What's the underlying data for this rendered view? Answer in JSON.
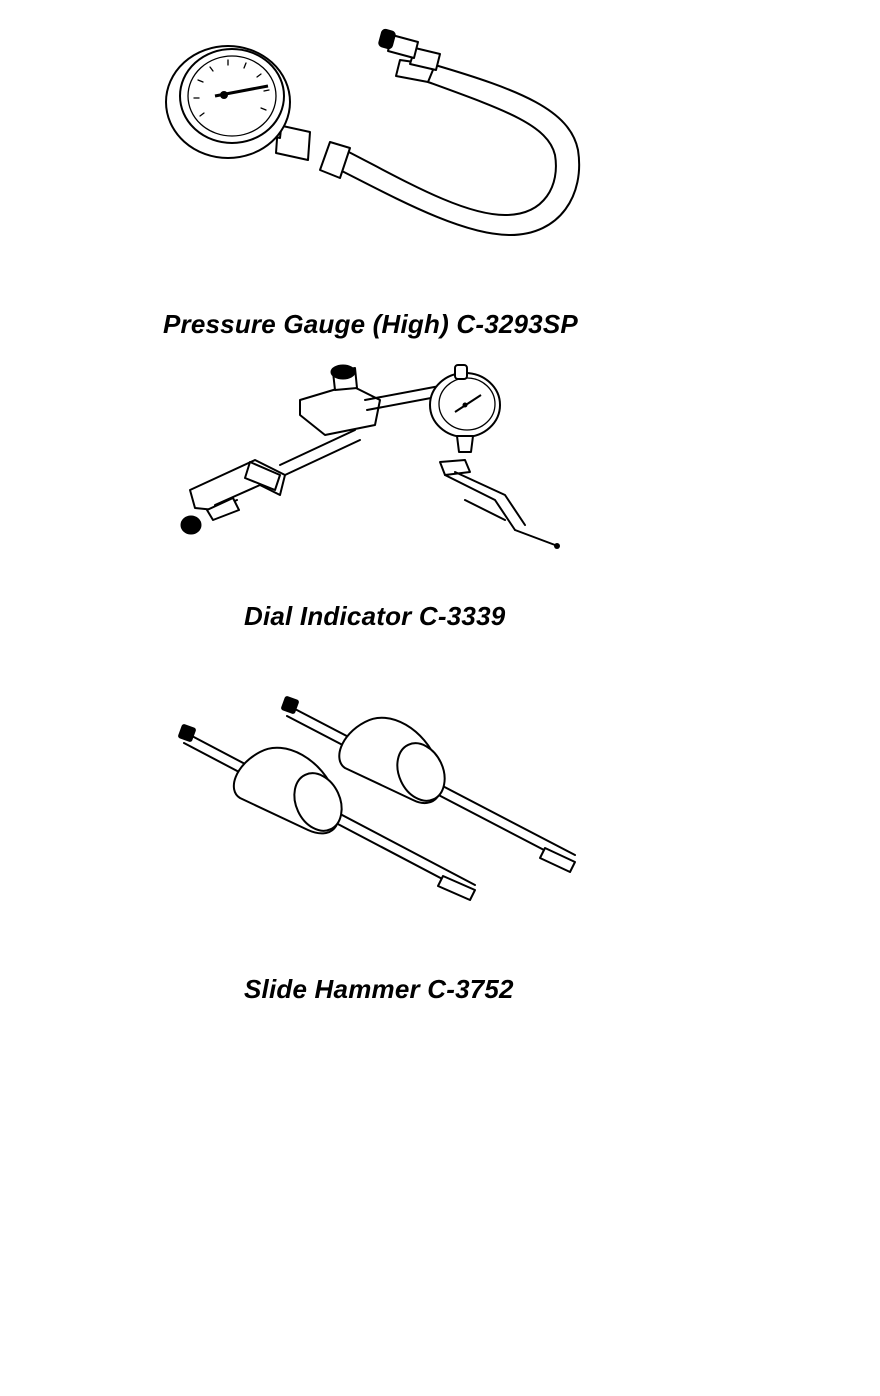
{
  "tools": [
    {
      "caption": "Pressure Gauge (High) C-3293SP",
      "icon": "pressure-gauge-icon"
    },
    {
      "caption": "Dial Indicator C-3339",
      "icon": "dial-indicator-icon"
    },
    {
      "caption": "Slide Hammer C-3752",
      "icon": "slide-hammer-icon"
    }
  ]
}
